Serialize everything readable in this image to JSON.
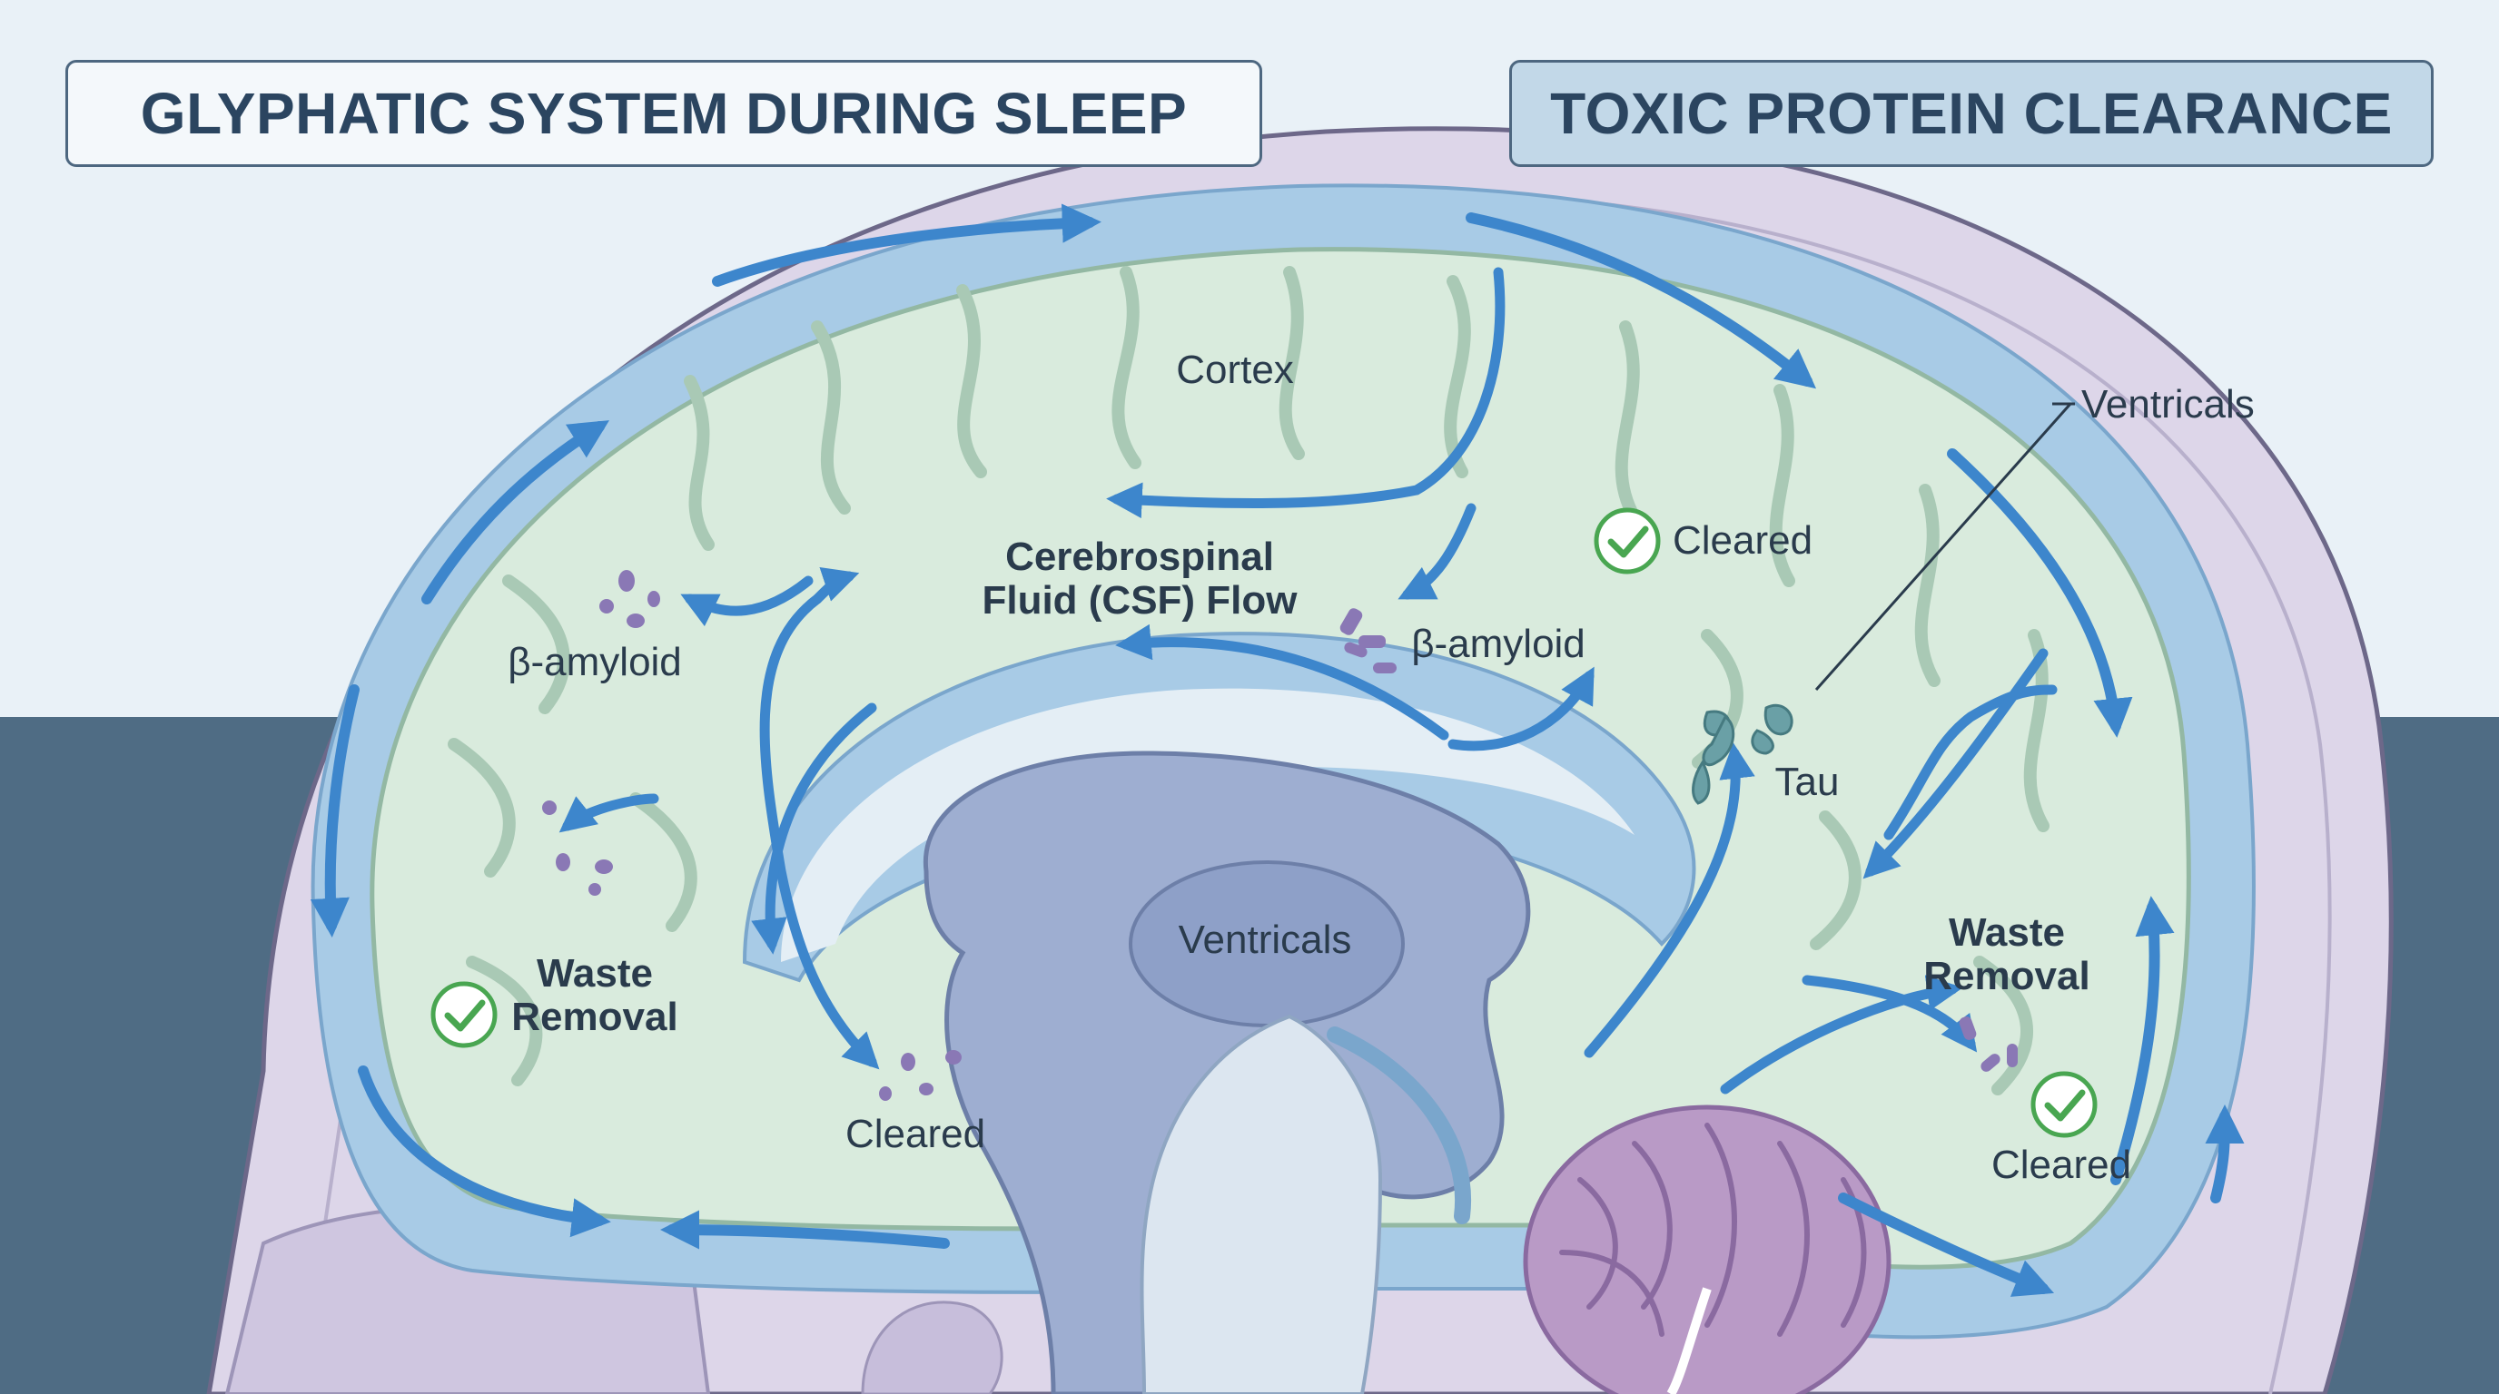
{
  "titles": {
    "left": "GLYPHATIC SYSTEM DURING SLEEP",
    "right": "TOXIC PROTEIN CLEARANCE"
  },
  "labels": {
    "cortex": "Cortex",
    "csf_line1": "Cerebrospinal",
    "csf_line2": "Fluid (CSF) Flow",
    "ventricals_center": "Ventricals",
    "ventricals_callout": "Ventricals",
    "beta_amyloid_left": "β-amyloid",
    "beta_amyloid_right": "β-amyloid",
    "tau": "Tau",
    "cleared_top_right": "Cleared",
    "cleared_bottom_center": "Cleared",
    "cleared_bottom_right": "Cleared",
    "waste_left_line1": "Waste",
    "waste_left_line2": "Removal",
    "waste_right_line1": "Waste",
    "waste_right_line2": "Removal"
  },
  "colors": {
    "background_top": "#e9f1f7",
    "background_bottom": "#4f6c84",
    "skull": "#ddd6e9",
    "csf_channel": "#a8cbe6",
    "brain_tissue": "#d9ebdd",
    "flow_arrow": "#3d86cc",
    "ventricle": "#9eaed1",
    "cerebellum": "#b99ac6",
    "protein": "#8a78b5",
    "check": "#49a651"
  },
  "icons": [
    "flow-arrow-icon",
    "check-circle-icon",
    "protein-fragment-icon"
  ]
}
